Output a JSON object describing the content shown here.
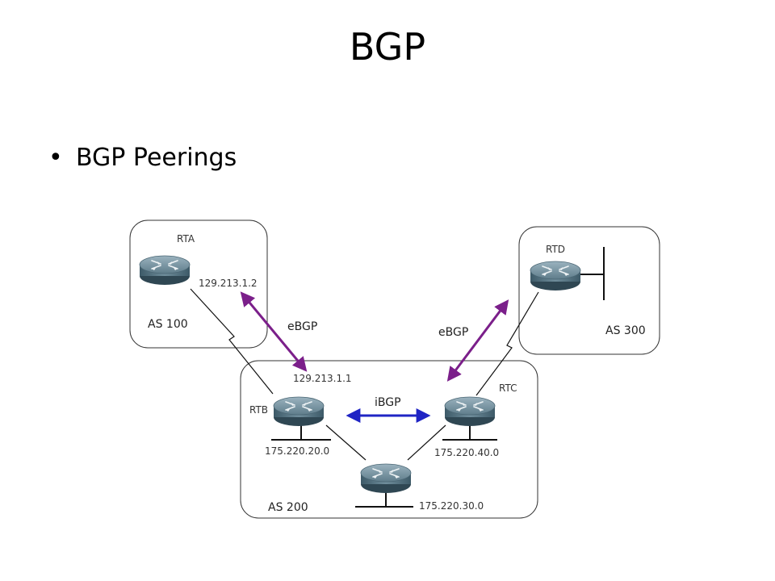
{
  "title": "BGP",
  "bullet": "BGP Peerings",
  "diagram": {
    "autonomous_systems": [
      {
        "id": "as100",
        "label": "AS 100"
      },
      {
        "id": "as200",
        "label": "AS 200"
      },
      {
        "id": "as300",
        "label": "AS 300"
      }
    ],
    "routers": [
      {
        "id": "rta",
        "label": "RTA"
      },
      {
        "id": "rtb",
        "label": "RTB"
      },
      {
        "id": "rtc",
        "label": "RTC"
      },
      {
        "id": "rtd",
        "label": "RTD"
      },
      {
        "id": "rt-center",
        "label": ""
      }
    ],
    "addresses": {
      "rta_ip": "129.213.1.2",
      "rtb_ip": "129.213.1.1",
      "rtb_net": "175.220.20.0",
      "rtc_net": "175.220.40.0",
      "center_net": "175.220.30.0"
    },
    "peerings": [
      {
        "from": "rta",
        "to": "rtb",
        "label": "eBGP",
        "color": "#7b1f8a"
      },
      {
        "from": "rtc",
        "to": "rtd",
        "label": "eBGP",
        "color": "#7b1f8a"
      },
      {
        "from": "rtb",
        "to": "rtc",
        "label": "iBGP",
        "color": "#1f24c4"
      }
    ]
  }
}
